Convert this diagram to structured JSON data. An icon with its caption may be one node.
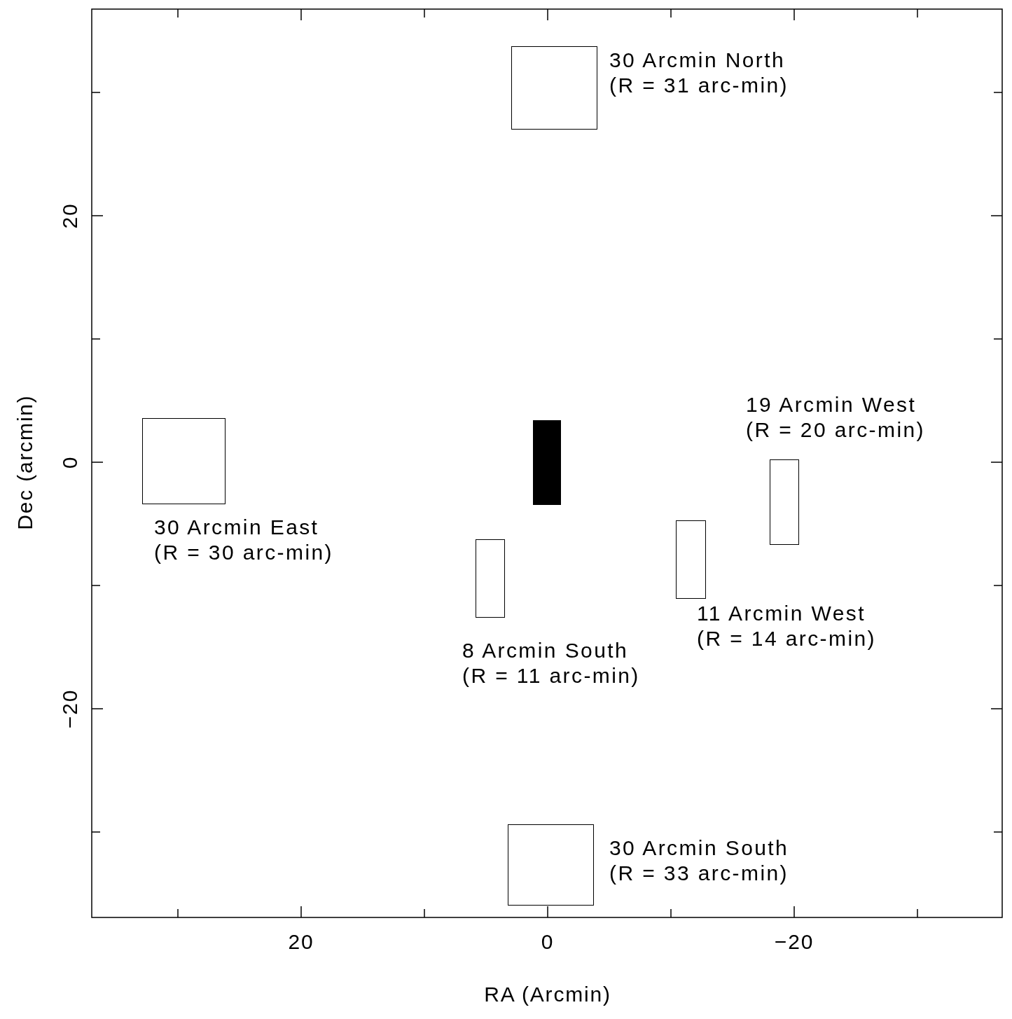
{
  "diagram": {
    "nodes": [
      {
        "text": [],
        "shape": "box",
        "beside": [
          "30 Arcmin North",
          "(R = 31 arc-min)"
        ]
      },
      {
        "text": [],
        "shape": "box",
        "beside": [
          "30 Arcmin East",
          "(R = 30 arc-min)"
        ]
      },
      {
        "text": [],
        "shape": "bar"
      },
      {
        "text": [],
        "shape": "box",
        "beside": [
          "19 Arcmin West",
          "(R = 20 arc-min)"
        ]
      },
      {
        "text": [],
        "shape": "box",
        "beside": [
          "11 Arcmin West",
          "(R = 14 arc-min)"
        ]
      },
      {
        "text": [],
        "shape": "box",
        "beside": [
          "8 Arcmin South",
          "(R = 11 arc-min)"
        ]
      },
      {
        "text": [],
        "shape": "box",
        "beside": [
          "30 Arcmin South",
          "(R = 33 arc-min)"
        ]
      }
    ],
    "labels": [
      "20",
      "0",
      "−20",
      "Dec (arcmin)",
      "20",
      "0",
      "−20",
      "RA (Arcmin)"
    ]
  }
}
